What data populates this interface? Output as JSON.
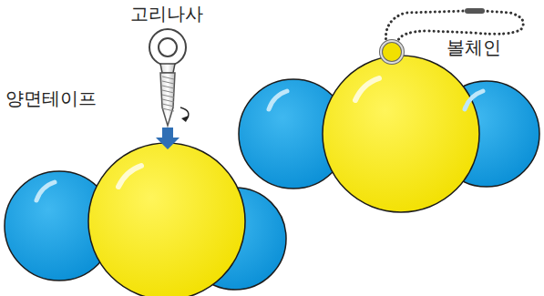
{
  "diagram": {
    "labels": [
      "고리나사",
      "양면테이프",
      "볼체인"
    ]
  }
}
